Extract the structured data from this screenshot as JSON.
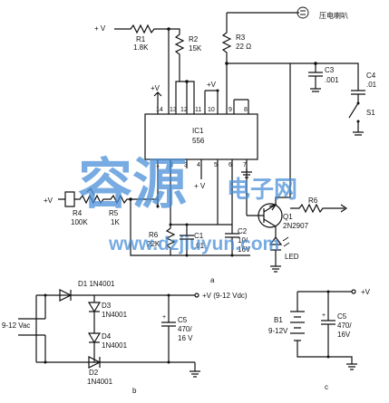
{
  "circuit_a": {
    "supply_top": "+ V",
    "r1": {
      "ref": "R1",
      "value": "1.8K"
    },
    "r2": {
      "ref": "R2",
      "value": "15K"
    },
    "r3": {
      "ref": "R3",
      "value": "22 Ω"
    },
    "speaker_label": "压电喇叭",
    "ic": {
      "ref": "IC1",
      "part": "556"
    },
    "pins_top": [
      "14",
      "13",
      "12",
      "11",
      "10",
      "9",
      "8"
    ],
    "pins_bottom": [
      "1",
      "2",
      "3",
      "4",
      "5",
      "6",
      "7"
    ],
    "vplus_pin14": "+V",
    "vplus_pin10": "+V",
    "vplus_pin4": "+ V",
    "c3": {
      "ref": "C3",
      "value": ".001"
    },
    "c4": {
      "ref": "C4",
      "value": ".01"
    },
    "s1": "S1",
    "input_v": "+V",
    "r4": {
      "ref": "R4",
      "value": "100K"
    },
    "r5": {
      "ref": "R5",
      "value": "1K"
    },
    "r6_left": {
      "ref": "R6",
      "value": "22K"
    },
    "c1": {
      "ref": "C1",
      "value": ".01"
    },
    "c2": {
      "ref": "C2",
      "value": "10/",
      "voltage": "16V"
    },
    "q1": {
      "ref": "Q1",
      "part": "2N2907"
    },
    "r6_right": "R6",
    "led": "LED",
    "caption": "a"
  },
  "circuit_b": {
    "input": "9-12 Vac",
    "d1": "D1 1N4001",
    "d3": {
      "ref": "D3",
      "part": "1N4001"
    },
    "d4": {
      "ref": "D4",
      "part": "1N4001"
    },
    "d2": {
      "ref": "D2",
      "part": "1N4001"
    },
    "output": "+V (9-12 Vdc)",
    "c5": {
      "ref": "C5",
      "value": "470/",
      "voltage": "16 V"
    },
    "caption": "b"
  },
  "circuit_c": {
    "output": "+V",
    "b1": {
      "ref": "B1",
      "value": "9-12V"
    },
    "c5": {
      "ref": "C5",
      "value": "470/",
      "voltage": "16V"
    },
    "caption": "c"
  },
  "watermark": {
    "cn_large": "容源",
    "cn_small": "电子网",
    "url": "www.dzjiuyun.com",
    "color": "#4a90d9"
  }
}
